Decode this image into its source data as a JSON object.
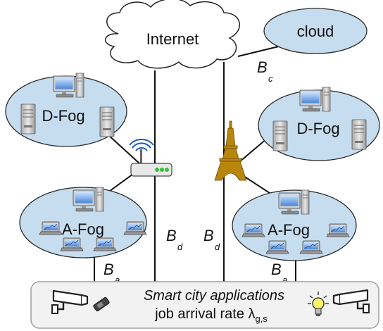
{
  "nodes": {
    "internet": "Internet",
    "cloud": "cloud",
    "dfog_left": "D-Fog",
    "dfog_right": "D-Fog",
    "afog_left": "A-Fog",
    "afog_right": "A-Fog"
  },
  "links": {
    "bc_main": "B",
    "bc_sub": "c",
    "bd_left_main": "B",
    "bd_left_sub": "d",
    "bd_right_main": "B",
    "bd_right_sub": "d",
    "ba_left_main": "B",
    "ba_left_sub": "a",
    "ba_right_main": "B",
    "ba_right_sub": "a"
  },
  "applications": {
    "line1": "Smart city applications",
    "line2": "job arrival rate λ",
    "line2_sub": "g,s"
  },
  "icons": [
    "server-icon",
    "desktop-computer-icon",
    "laptop-icon",
    "wifi-router-icon",
    "eiffel-tower-icon",
    "surveillance-camera-icon",
    "sensor-device-icon",
    "light-bulb-icon"
  ],
  "colors": {
    "ellipse_fill": "#c6dcef",
    "ellipse_stroke": "#2a2a2a",
    "cloud_fill": "#ffffff",
    "app_box_fill": "#f2f2f2",
    "app_box_stroke": "#a0a0a0",
    "router_led": "#35c435",
    "tower": "#b8860b"
  }
}
